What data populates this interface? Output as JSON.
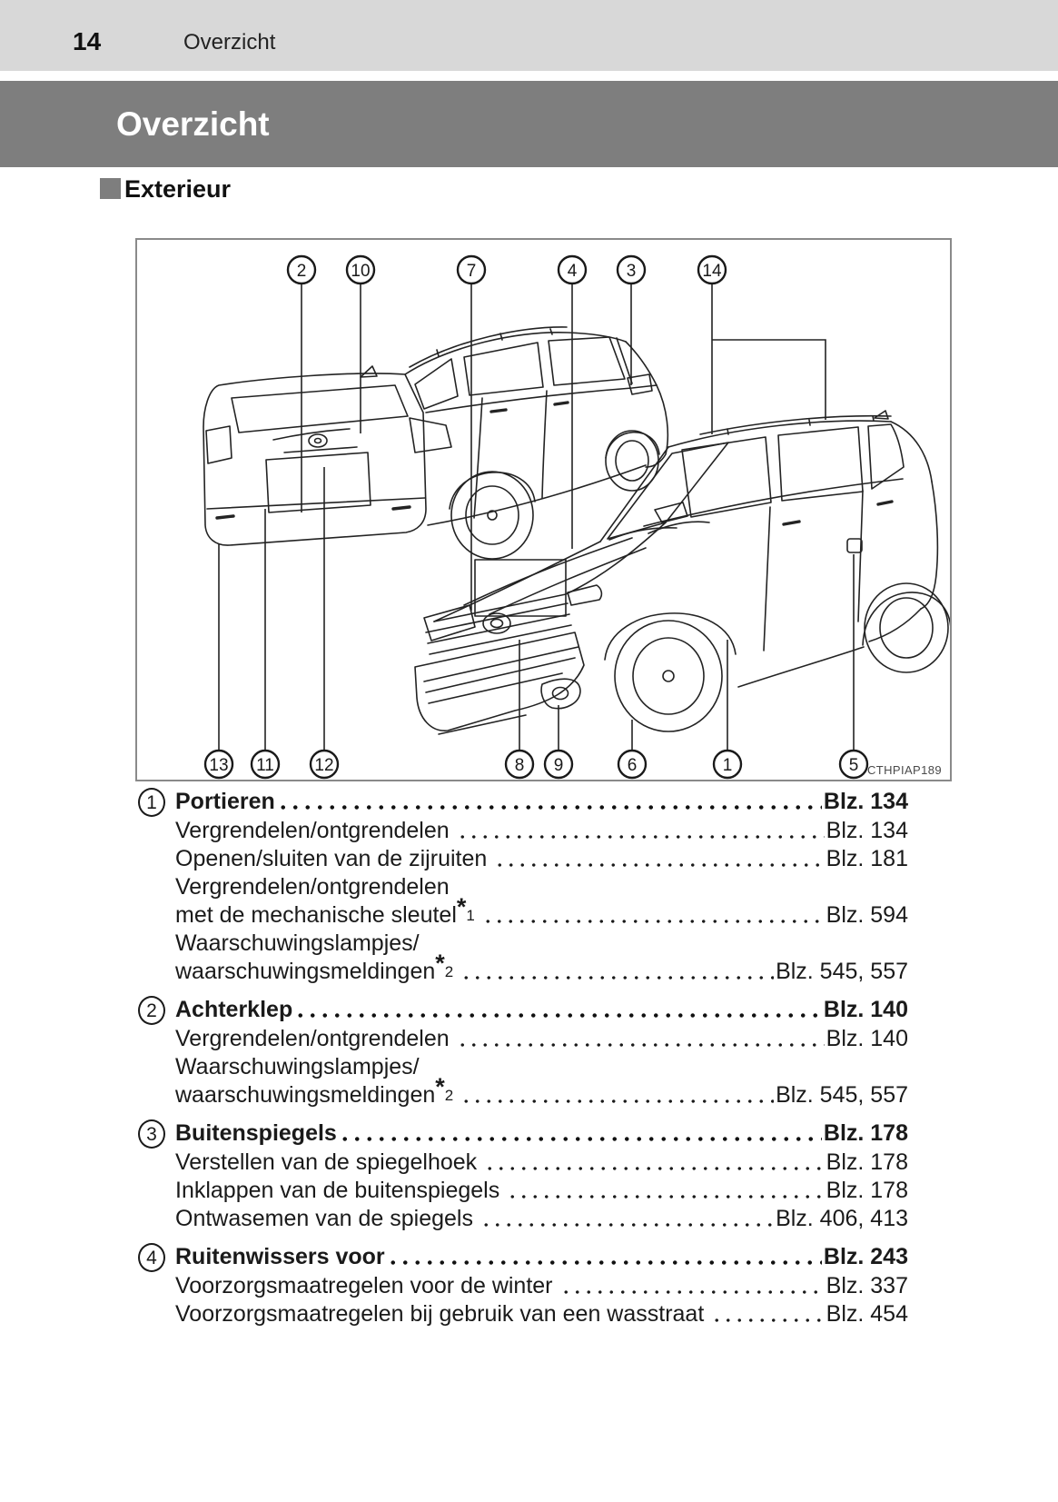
{
  "header": {
    "page_number": "14",
    "chapter_title": "Overzicht"
  },
  "chapter_bar": {
    "title": "Overzicht"
  },
  "section": {
    "title": "Exterieur"
  },
  "diagram": {
    "code": "CTHPIAP189",
    "callouts_top": [
      "2",
      "10",
      "7",
      "4",
      "3",
      "14"
    ],
    "callouts_bottom": [
      "13",
      "11",
      "12",
      "8",
      "9",
      "6",
      "1",
      "5"
    ]
  },
  "colors": {
    "band_gray": "#7e7e7e",
    "topbar_gray": "#d8d8d8",
    "frame_gray": "#8a8a8a"
  },
  "toc_rows": [
    {
      "type": "heading",
      "num": "1",
      "text": "Portieren",
      "ref": "Blz. 134"
    },
    {
      "type": "sub",
      "text": "Vergrendelen/ontgrendelen",
      "ref": "Blz. 134"
    },
    {
      "type": "sub",
      "text": "Openen/sluiten van de zijruiten",
      "ref": "Blz. 181"
    },
    {
      "type": "cont",
      "text": "Vergrendelen/ontgrendelen"
    },
    {
      "type": "sub",
      "text": "met de mechanische sleutel",
      "fn_star": "*",
      "fn_num": "1",
      "ref": "Blz. 594"
    },
    {
      "type": "cont",
      "text": "Waarschuwingslampjes/"
    },
    {
      "type": "sub",
      "text": "waarschuwingsmeldingen",
      "fn_star": "*",
      "fn_num": "2",
      "ref": "Blz. 545, 557"
    },
    {
      "type": "heading",
      "num": "2",
      "text": "Achterklep",
      "ref": "Blz. 140"
    },
    {
      "type": "sub",
      "text": "Vergrendelen/ontgrendelen",
      "ref": "Blz. 140"
    },
    {
      "type": "cont",
      "text": "Waarschuwingslampjes/"
    },
    {
      "type": "sub",
      "text": "waarschuwingsmeldingen",
      "fn_star": "*",
      "fn_num": "2",
      "ref": "Blz. 545, 557"
    },
    {
      "type": "heading",
      "num": "3",
      "text": "Buitenspiegels",
      "ref": "Blz. 178"
    },
    {
      "type": "sub",
      "text": "Verstellen van de spiegelhoek",
      "ref": "Blz. 178"
    },
    {
      "type": "sub",
      "text": "Inklappen van de buitenspiegels",
      "ref": "Blz. 178"
    },
    {
      "type": "sub",
      "text": "Ontwasemen van de spiegels",
      "ref": "Blz. 406, 413"
    },
    {
      "type": "heading",
      "num": "4",
      "text": "Ruitenwissers voor",
      "ref": "Blz. 243"
    },
    {
      "type": "sub",
      "text": "Voorzorgsmaatregelen voor de winter",
      "ref": "Blz. 337"
    },
    {
      "type": "sub",
      "text": "Voorzorgsmaatregelen bij gebruik van een wasstraat",
      "ref": "Blz. 454"
    }
  ]
}
